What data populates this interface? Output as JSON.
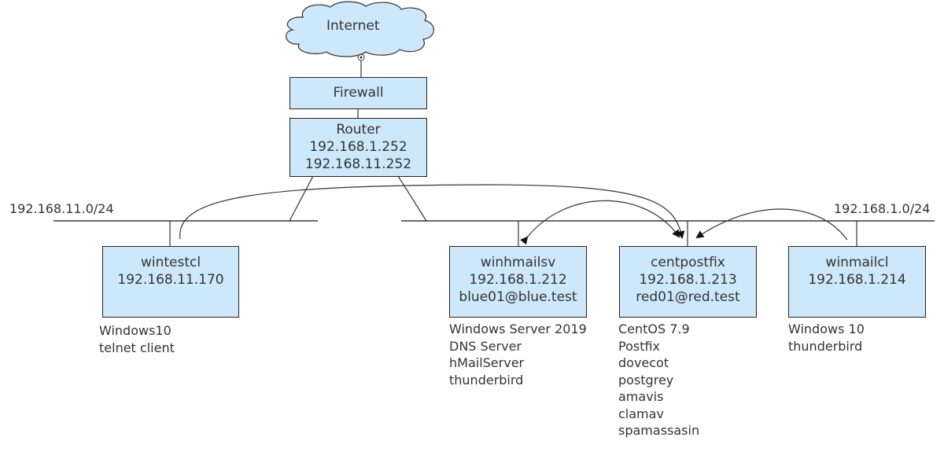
{
  "internet": {
    "label": "Internet"
  },
  "firewall": {
    "label": "Firewall"
  },
  "router": {
    "lines": [
      "Router",
      "192.168.1.252",
      "192.168.11.252"
    ]
  },
  "networks": {
    "left": "192.168.11.0/24",
    "right": "192.168.1.0/24"
  },
  "hosts": [
    {
      "id": "wintestcl",
      "lines": [
        "wintestcl",
        "192.168.11.170"
      ],
      "notes": [
        "Windows10",
        "telnet client"
      ]
    },
    {
      "id": "winhmailsv",
      "lines": [
        "winhmailsv",
        "192.168.1.212",
        "blue01@blue.test"
      ],
      "notes": [
        "Windows Server 2019",
        "DNS Server",
        "hMailServer",
        "thunderbird"
      ]
    },
    {
      "id": "centpostfix",
      "lines": [
        "centpostfix",
        "192.168.1.213",
        "red01@red.test"
      ],
      "notes": [
        "CentOS 7.9",
        "Postfix",
        "dovecot",
        "postgrey",
        "amavis",
        "clamav",
        "spamassasin"
      ]
    },
    {
      "id": "winmailcl",
      "lines": [
        "winmailcl",
        "192.168.1.214"
      ],
      "notes": [
        "Windows 10",
        "thunderbird"
      ]
    }
  ],
  "colors": {
    "node_fill": "#cce8fa",
    "stroke": "#222222"
  }
}
